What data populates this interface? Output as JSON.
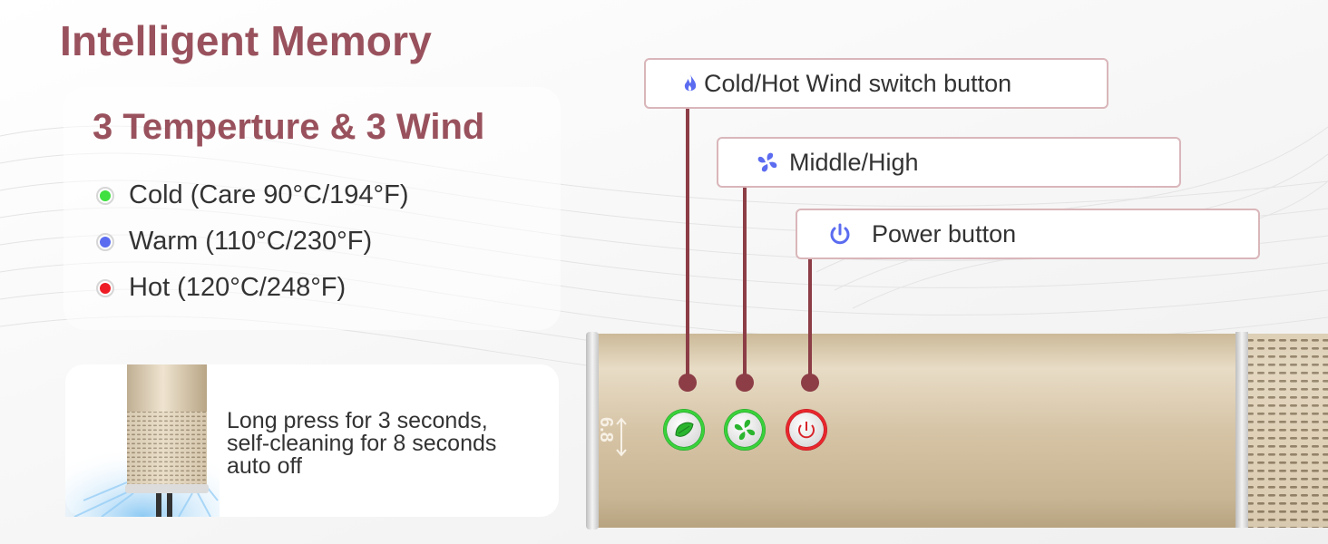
{
  "title": "Intelligent Memory",
  "modes": {
    "heading": "3 Temperture & 3 Wind",
    "items": [
      {
        "label": "Cold (Care 90°C/194°F)",
        "color": "#3fe03f"
      },
      {
        "label": "Warm (110°C/230°F)",
        "color": "#5b6cf0"
      },
      {
        "label": "Hot (120°C/248°F)",
        "color": "#ee1c24"
      }
    ]
  },
  "self_clean": {
    "lines": [
      "Long press for 3 seconds,",
      "self-cleaning for 8 seconds",
      "auto off"
    ]
  },
  "callouts": [
    {
      "label": "Cold/Hot Wind switch button",
      "icon": "flame-icon"
    },
    {
      "label": "Middle/High",
      "icon": "fan-icon"
    },
    {
      "label": "Power button",
      "icon": "power-icon"
    }
  ],
  "device": {
    "label": "6.8",
    "buttons": [
      {
        "icon": "leaf-icon",
        "ring_color": "#3ad13a"
      },
      {
        "icon": "fan-icon",
        "ring_color": "#3ad13a"
      },
      {
        "icon": "power-icon",
        "ring_color": "#e8262c"
      }
    ]
  },
  "colors": {
    "title": "#99525d",
    "leader": "#8c3d46",
    "callout_border": "#d9b6ba",
    "icon_blue": "#5b6cf0",
    "device_gold": "#d8c6ac"
  }
}
